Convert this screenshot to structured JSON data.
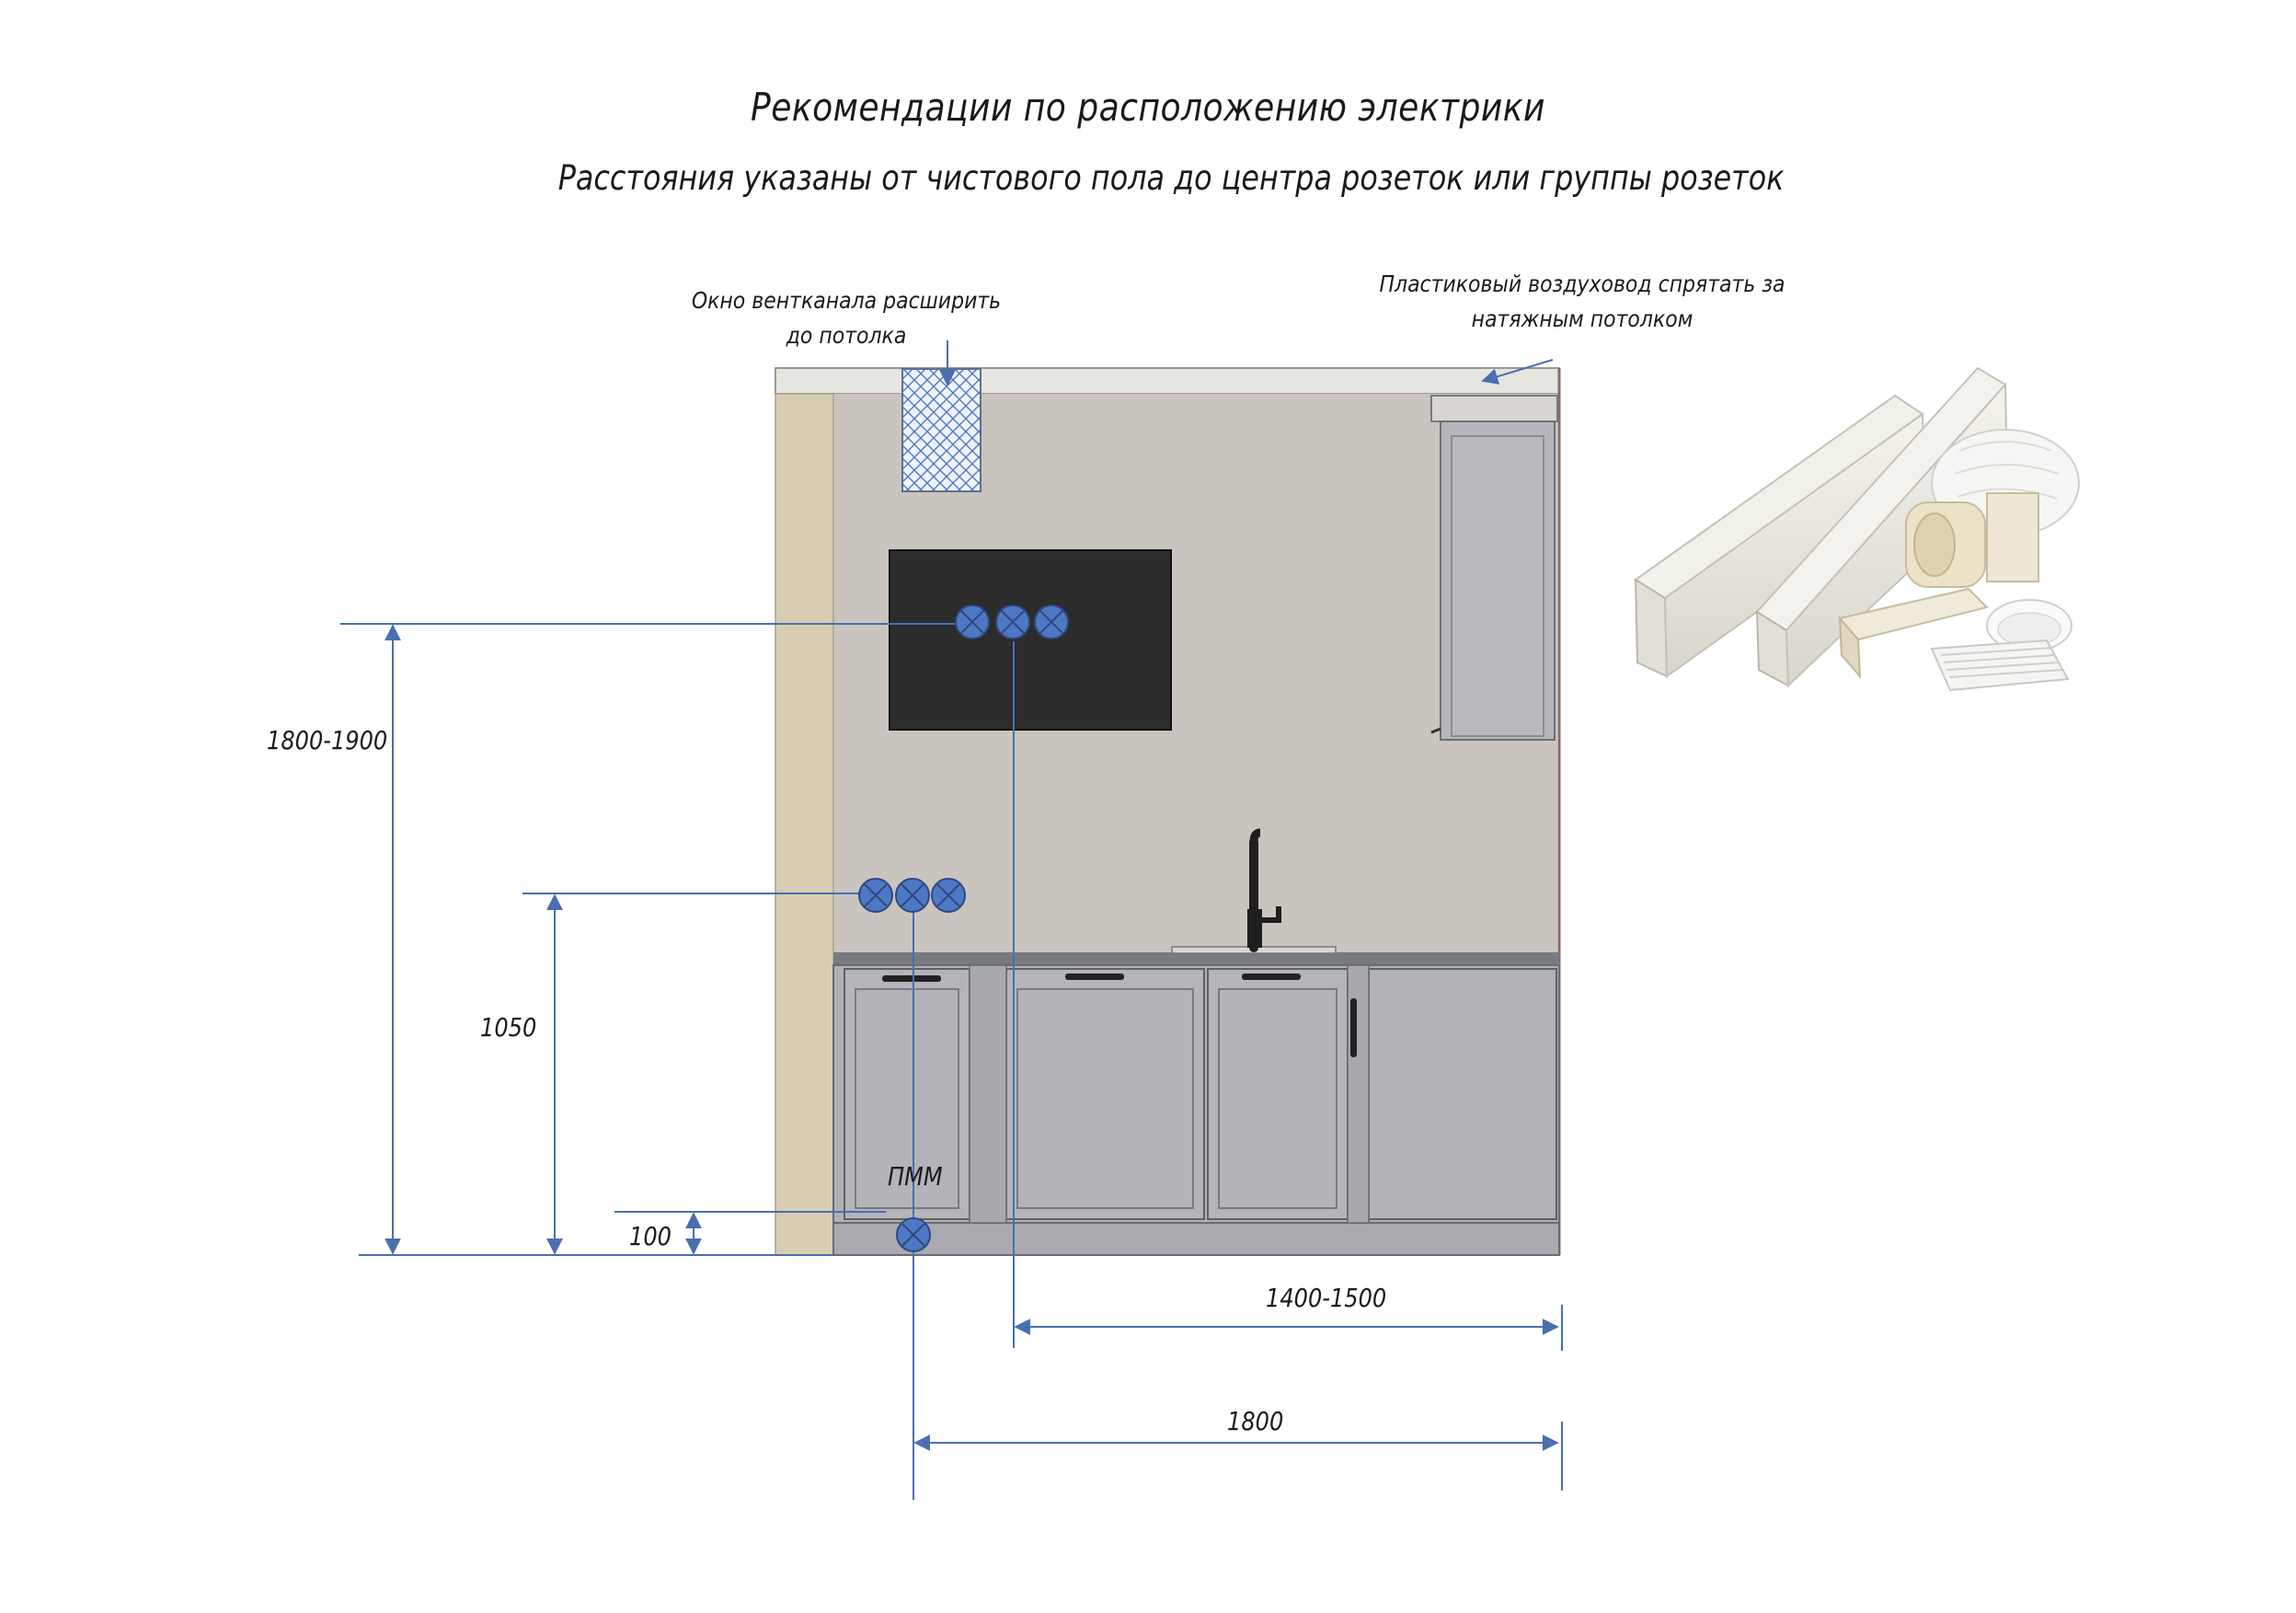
{
  "title": "Рекомендации по расположению электрики",
  "subtitle": "Расстояния указаны от чистового пола до центра розеток или группы розеток",
  "annotations": {
    "vent_line1": "Окно вентканала расширить",
    "vent_line2": "до потолка",
    "duct_line1": "Пластиковый воздуховод спрятать за",
    "duct_line2": "натяжным потолком",
    "pmm": "ПММ"
  },
  "dimensions": {
    "tv_height": "1800-1900",
    "counter_height": "1050",
    "pmm_height": "100",
    "tv_offset": "1400-1500",
    "pmm_offset": "1800"
  },
  "colors": {
    "dimension_line": "#4a6fb0",
    "socket_fill": "#4f78c4",
    "wall": "#c9c4be",
    "cabinet": "#b3b4b9",
    "tv": "#2c2c2c"
  },
  "icons": [
    "socket-icon",
    "vent-grille-icon",
    "duct-illustration"
  ]
}
